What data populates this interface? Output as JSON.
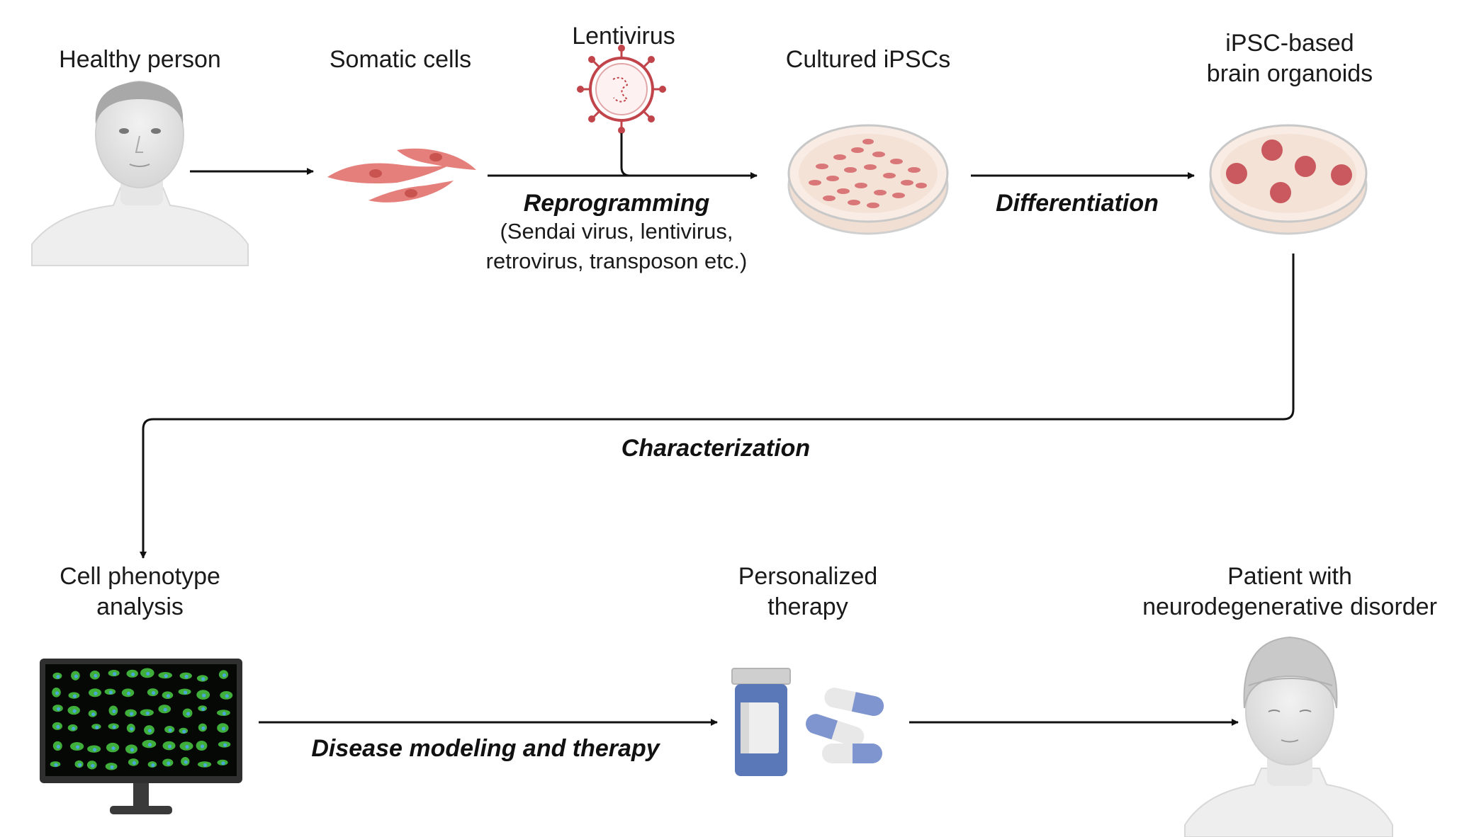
{
  "nodes": {
    "healthy_person": "Healthy person",
    "somatic_cells": "Somatic cells",
    "lentivirus": "Lentivirus",
    "cultured_ipscs": "Cultured iPSCs",
    "organoids_line1": "iPSC-based",
    "organoids_line2": "brain organoids",
    "phenotype_line1": "Cell phenotype",
    "phenotype_line2": "analysis",
    "therapy_line1": "Personalized",
    "therapy_line2": "therapy",
    "patient_line1": "Patient with",
    "patient_line2": "neurodegenerative disorder"
  },
  "steps": {
    "reprogramming": "Reprogramming",
    "reprogramming_note_line1": "(Sendai virus, lentivirus,",
    "reprogramming_note_line2": "retrovirus, transposon etc.)",
    "differentiation": "Differentiation",
    "characterization": "Characterization",
    "disease_modeling": "Disease modeling and therapy"
  },
  "icons": [
    "person-icon",
    "somatic-cells-icon",
    "lentivirus-icon",
    "petri-dish-ipsc-icon",
    "petri-dish-organoids-icon",
    "monitor-icon",
    "medicine-bottle-icon",
    "pills-icon",
    "patient-icon"
  ],
  "colors": {
    "cell": "#e07070",
    "cell_light": "#f3b7b2",
    "dish_fill": "#f5e6dc",
    "virus": "#c0444a",
    "bottle": "#5a78b8",
    "pill_blue": "#7f95cf",
    "monitor": "#333333",
    "arrow": "#111111"
  }
}
